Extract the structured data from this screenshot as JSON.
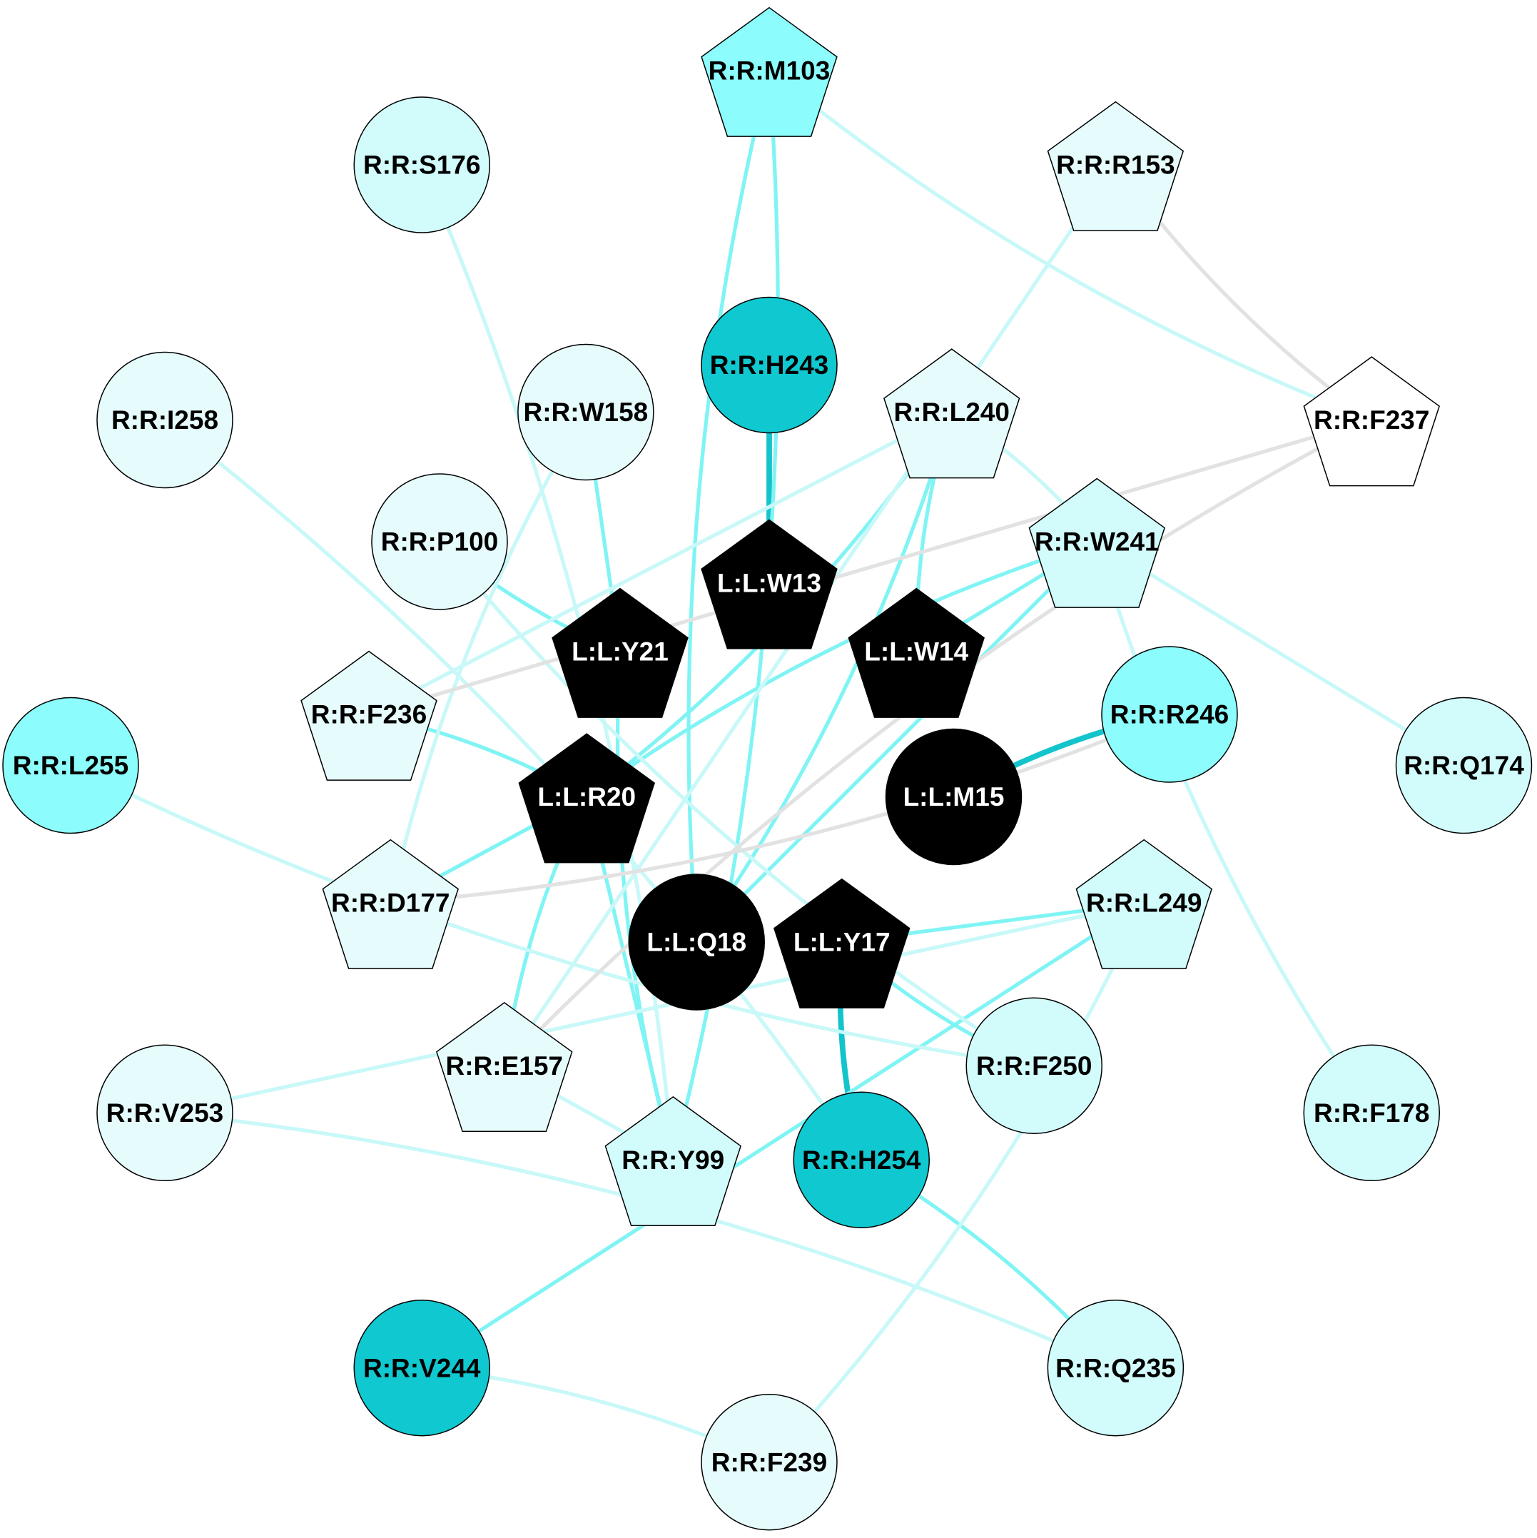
{
  "colors": {
    "ligand": "#000000",
    "ligand_text": "#ffffff",
    "receptor_text": "#000000",
    "strong": "#10c8d0",
    "medium": "#8cfcfc",
    "light": "#d2fcfc",
    "pale": "#e6fcfc",
    "white": "#ffffff",
    "edge_strong": "#14c4cc",
    "edge_medium": "#80f4f4",
    "edge_light": "#c8f8f8",
    "edge_gray": "#e2e2e2"
  },
  "nodes": [
    {
      "id": "M103",
      "label": "R:R:M103",
      "shape": "pentagon",
      "fill": "medium"
    },
    {
      "id": "S176",
      "label": "R:R:S176",
      "shape": "circle",
      "fill": "light"
    },
    {
      "id": "R153",
      "label": "R:R:R153",
      "shape": "pentagon",
      "fill": "pale"
    },
    {
      "id": "H243",
      "label": "R:R:H243",
      "shape": "circle",
      "fill": "strong"
    },
    {
      "id": "I258",
      "label": "R:R:I258",
      "shape": "circle",
      "fill": "pale"
    },
    {
      "id": "W158",
      "label": "R:R:W158",
      "shape": "circle",
      "fill": "pale"
    },
    {
      "id": "L240",
      "label": "R:R:L240",
      "shape": "pentagon",
      "fill": "pale"
    },
    {
      "id": "F237",
      "label": "R:R:F237",
      "shape": "pentagon",
      "fill": "white"
    },
    {
      "id": "P100",
      "label": "R:R:P100",
      "shape": "circle",
      "fill": "pale"
    },
    {
      "id": "W13",
      "label": "L:L:W13",
      "shape": "pentagon",
      "fill": "ligand"
    },
    {
      "id": "W241",
      "label": "R:R:W241",
      "shape": "pentagon",
      "fill": "light"
    },
    {
      "id": "Y21",
      "label": "L:L:Y21",
      "shape": "pentagon",
      "fill": "ligand"
    },
    {
      "id": "W14",
      "label": "L:L:W14",
      "shape": "pentagon",
      "fill": "ligand"
    },
    {
      "id": "F236",
      "label": "R:R:F236",
      "shape": "pentagon",
      "fill": "pale"
    },
    {
      "id": "R246",
      "label": "R:R:R246",
      "shape": "circle",
      "fill": "medium"
    },
    {
      "id": "L255",
      "label": "R:R:L255",
      "shape": "circle",
      "fill": "medium"
    },
    {
      "id": "Q174",
      "label": "R:R:Q174",
      "shape": "circle",
      "fill": "light"
    },
    {
      "id": "R20",
      "label": "L:L:R20",
      "shape": "pentagon",
      "fill": "ligand"
    },
    {
      "id": "M15",
      "label": "L:L:M15",
      "shape": "circle",
      "fill": "ligand"
    },
    {
      "id": "D177",
      "label": "R:R:D177",
      "shape": "pentagon",
      "fill": "pale"
    },
    {
      "id": "L249",
      "label": "R:R:L249",
      "shape": "pentagon",
      "fill": "light"
    },
    {
      "id": "Q18",
      "label": "L:L:Q18",
      "shape": "circle",
      "fill": "ligand"
    },
    {
      "id": "Y17",
      "label": "L:L:Y17",
      "shape": "pentagon",
      "fill": "ligand"
    },
    {
      "id": "E157",
      "label": "R:R:E157",
      "shape": "pentagon",
      "fill": "pale"
    },
    {
      "id": "F250",
      "label": "R:R:F250",
      "shape": "circle",
      "fill": "light"
    },
    {
      "id": "V253",
      "label": "R:R:V253",
      "shape": "circle",
      "fill": "pale"
    },
    {
      "id": "Y99",
      "label": "R:R:Y99",
      "shape": "pentagon",
      "fill": "light"
    },
    {
      "id": "H254",
      "label": "R:R:H254",
      "shape": "circle",
      "fill": "strong"
    },
    {
      "id": "F178",
      "label": "R:R:F178",
      "shape": "circle",
      "fill": "light"
    },
    {
      "id": "V244",
      "label": "R:R:V244",
      "shape": "circle",
      "fill": "strong"
    },
    {
      "id": "Q235",
      "label": "R:R:Q235",
      "shape": "circle",
      "fill": "light"
    },
    {
      "id": "F239",
      "label": "R:R:F239",
      "shape": "circle",
      "fill": "pale"
    }
  ],
  "edges": [
    {
      "from": "H243",
      "to": "W13",
      "color": "edge_strong",
      "weight": 3
    },
    {
      "from": "M15",
      "to": "R246",
      "color": "edge_strong",
      "weight": 3
    },
    {
      "from": "Y17",
      "to": "H254",
      "color": "edge_strong",
      "weight": 3
    },
    {
      "from": "W158",
      "to": "Y21",
      "color": "edge_medium",
      "weight": 2
    },
    {
      "from": "P100",
      "to": "Y21",
      "color": "edge_medium",
      "weight": 2
    },
    {
      "from": "F236",
      "to": "R20",
      "color": "edge_medium",
      "weight": 2
    },
    {
      "from": "D177",
      "to": "R20",
      "color": "edge_medium",
      "weight": 2
    },
    {
      "from": "E157",
      "to": "R20",
      "color": "edge_medium",
      "weight": 2
    },
    {
      "from": "Y21",
      "to": "Y99",
      "color": "edge_medium",
      "weight": 2
    },
    {
      "from": "R20",
      "to": "Y99",
      "color": "edge_medium",
      "weight": 2
    },
    {
      "from": "R20",
      "to": "L240",
      "color": "edge_medium",
      "weight": 2
    },
    {
      "from": "R20",
      "to": "W241",
      "color": "edge_medium",
      "weight": 2
    },
    {
      "from": "W14",
      "to": "W241",
      "color": "edge_medium",
      "weight": 2
    },
    {
      "from": "W14",
      "to": "L240",
      "color": "edge_medium",
      "weight": 2
    },
    {
      "from": "Q18",
      "to": "L240",
      "color": "edge_medium",
      "weight": 2
    },
    {
      "from": "Y17",
      "to": "L249",
      "color": "edge_medium",
      "weight": 2
    },
    {
      "from": "Y17",
      "to": "F250",
      "color": "edge_medium",
      "weight": 2
    },
    {
      "from": "H254",
      "to": "Q235",
      "color": "edge_medium",
      "weight": 2
    },
    {
      "from": "V244",
      "to": "L249",
      "color": "edge_medium",
      "weight": 2
    },
    {
      "from": "M103",
      "to": "Y99",
      "color": "edge_medium",
      "weight": 2
    },
    {
      "from": "M103",
      "to": "Q18",
      "color": "edge_medium",
      "weight": 2
    },
    {
      "from": "Q18",
      "to": "W241",
      "color": "edge_medium",
      "weight": 2
    },
    {
      "from": "M103",
      "to": "F237",
      "color": "edge_light",
      "weight": 2
    },
    {
      "from": "S176",
      "to": "Y99",
      "color": "edge_light",
      "weight": 2
    },
    {
      "from": "R153",
      "to": "E157",
      "color": "edge_light",
      "weight": 2
    },
    {
      "from": "I258",
      "to": "H254",
      "color": "edge_light",
      "weight": 2
    },
    {
      "from": "L255",
      "to": "F250",
      "color": "edge_light",
      "weight": 2
    },
    {
      "from": "W241",
      "to": "Q174",
      "color": "edge_light",
      "weight": 2
    },
    {
      "from": "W241",
      "to": "F178",
      "color": "edge_light",
      "weight": 2
    },
    {
      "from": "V253",
      "to": "Q235",
      "color": "edge_light",
      "weight": 2
    },
    {
      "from": "V253",
      "to": "L249",
      "color": "edge_light",
      "weight": 2
    },
    {
      "from": "V244",
      "to": "F239",
      "color": "edge_light",
      "weight": 2
    },
    {
      "from": "F239",
      "to": "L249",
      "color": "edge_light",
      "weight": 2
    },
    {
      "from": "F236",
      "to": "L240",
      "color": "edge_light",
      "weight": 2
    },
    {
      "from": "P100",
      "to": "F250",
      "color": "edge_light",
      "weight": 2
    },
    {
      "from": "D177",
      "to": "W158",
      "color": "edge_light",
      "weight": 2
    },
    {
      "from": "E157",
      "to": "Y99",
      "color": "edge_light",
      "weight": 2
    },
    {
      "from": "L240",
      "to": "W241",
      "color": "edge_light",
      "weight": 2
    },
    {
      "from": "R153",
      "to": "F237",
      "color": "edge_gray",
      "weight": 2
    },
    {
      "from": "F236",
      "to": "F237",
      "color": "edge_gray",
      "weight": 2
    },
    {
      "from": "D177",
      "to": "R246",
      "color": "edge_gray",
      "weight": 2
    },
    {
      "from": "E157",
      "to": "F237",
      "color": "edge_gray",
      "weight": 2
    }
  ]
}
